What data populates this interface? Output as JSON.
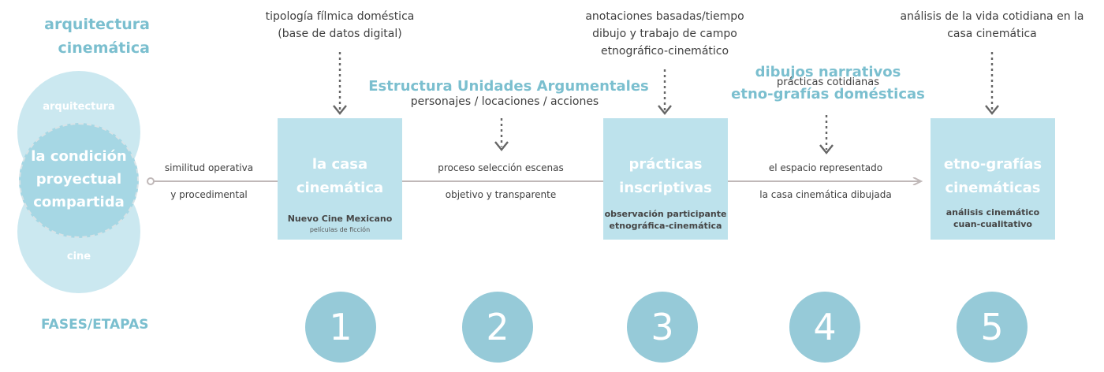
{
  "colors": {
    "accent": "#7bbfcf",
    "box": "#bde2ec",
    "phase_circle": "#96cad8",
    "text": "#3f3f3f",
    "line": "#c0b8b8"
  },
  "left": {
    "title": "arquitectura cinemática",
    "venn_top": "arquitectura",
    "venn_center": [
      "la condición",
      "proyectual",
      "compartida"
    ],
    "venn_bottom": "cine",
    "fases_label": "FASES/ETAPAS"
  },
  "top_labels": {
    "stage1": [
      "tipología fílmica doméstica",
      "(base de datos digital)"
    ],
    "stage3": [
      "anotaciones basadas/tiempo",
      "dibujo y trabajo de campo",
      "etnográfico-cinemático"
    ],
    "stage5": [
      "análisis de la vida cotidiana en la",
      "casa cinemática"
    ]
  },
  "teal_headers": {
    "structure": "Estructura Unidades Argumentales",
    "narrative": [
      "dibujos narrativos",
      "etno-grafías domésticas"
    ]
  },
  "sub_headers": {
    "structure": "personajes / locaciones / acciones",
    "narrative": "prácticas cotidianas"
  },
  "connectors": {
    "c1": [
      "similitud operativa",
      "y procedimental"
    ],
    "c2": [
      "proceso selección escenas",
      "objetivo y transparente"
    ],
    "c4": [
      "el espacio representado",
      "la casa cinemática dibujada"
    ]
  },
  "boxes": [
    {
      "title": [
        "la casa",
        "cinemática"
      ],
      "sub": [
        "Nuevo Cine Mexicano"
      ],
      "sub2": "películas de ficción"
    },
    {
      "title": [
        "prácticas",
        "inscriptivas"
      ],
      "sub": [
        "observación participante",
        "etnográfica-cinemática"
      ]
    },
    {
      "title": [
        "etno-grafías",
        "cinemáticas"
      ],
      "sub": [
        "análisis cinemático",
        "cuan-cualitativo"
      ]
    }
  ],
  "phases": [
    "1",
    "2",
    "3",
    "4",
    "5"
  ],
  "icons": {
    "arrow": "dotted-down-arrow-icon",
    "timeline_end": "arrowhead-right-icon",
    "timeline_start": "circle-start-icon"
  }
}
